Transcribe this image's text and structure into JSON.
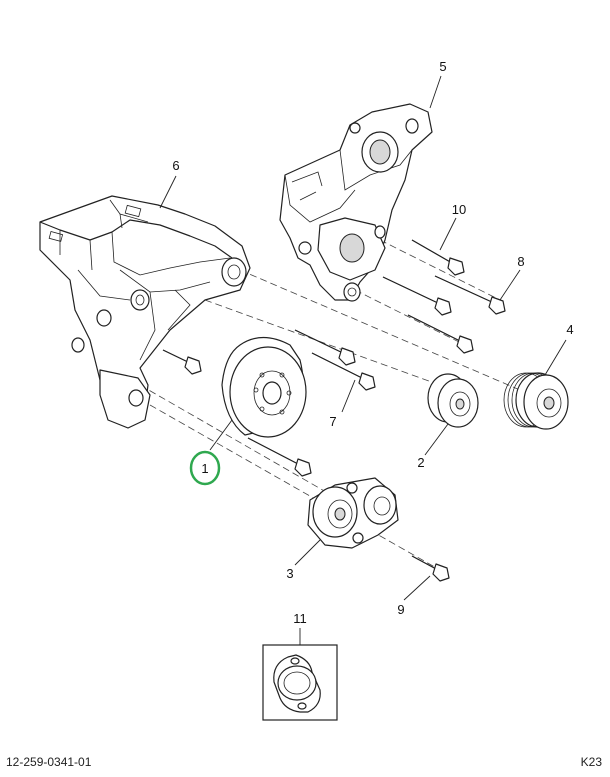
{
  "diagram": {
    "callouts": [
      {
        "id": "1",
        "label": "1"
      },
      {
        "id": "2",
        "label": "2"
      },
      {
        "id": "3",
        "label": "3"
      },
      {
        "id": "4",
        "label": "4"
      },
      {
        "id": "5",
        "label": "5"
      },
      {
        "id": "6",
        "label": "6"
      },
      {
        "id": "7",
        "label": "7"
      },
      {
        "id": "8",
        "label": "8"
      },
      {
        "id": "9",
        "label": "9"
      },
      {
        "id": "10",
        "label": "10"
      },
      {
        "id": "11",
        "label": "11"
      }
    ],
    "highlight": {
      "callout": "1",
      "color": "#2fa84f"
    }
  },
  "footer": {
    "drawing_number": "12-259-0341-01",
    "sheet_code": "K23"
  }
}
